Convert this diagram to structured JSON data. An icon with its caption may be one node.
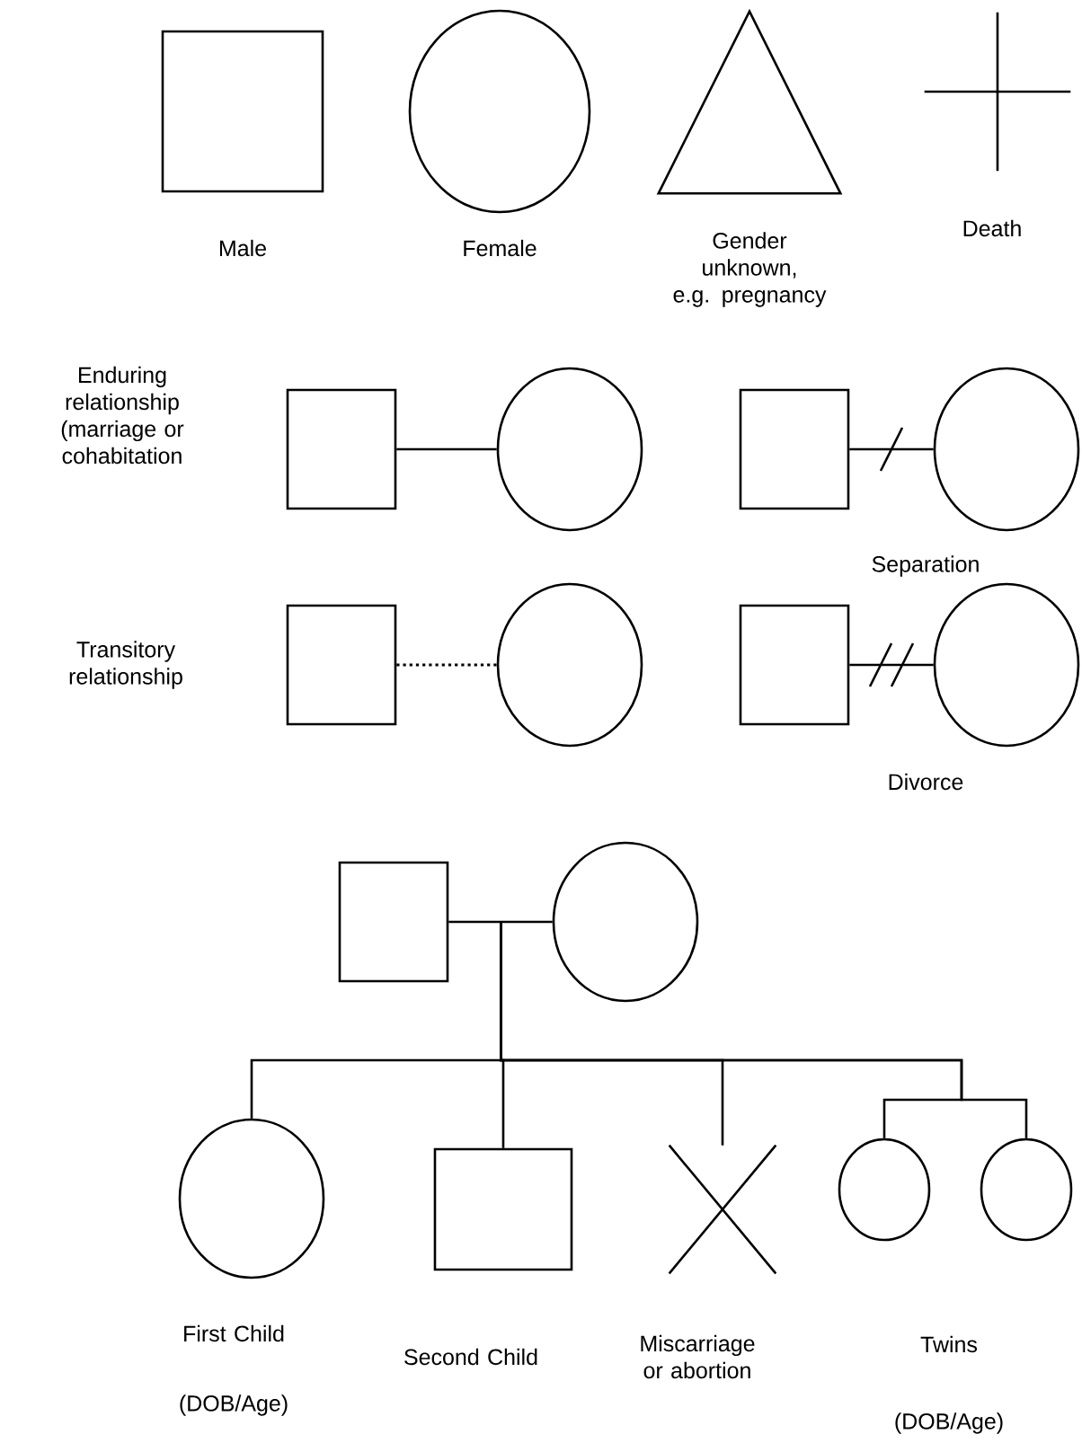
{
  "diagram": {
    "nodes": [
      {
        "text": [],
        "shape": "box",
        "beside": [
          "Male"
        ]
      },
      {
        "text": [],
        "shape": "circle",
        "beside": [
          "Female"
        ]
      },
      {
        "text": [],
        "shape": "triangle",
        "beside": [
          "Gender unknown, e.g. pregnancy"
        ]
      },
      {
        "text": [],
        "shape": "cross",
        "beside": [
          "Death"
        ]
      },
      {
        "text": [],
        "shape": "box"
      },
      {
        "text": [],
        "shape": "circle"
      },
      {
        "text": [],
        "shape": "box"
      },
      {
        "text": [],
        "shape": "circle"
      },
      {
        "text": [],
        "shape": "box"
      },
      {
        "text": [],
        "shape": "circle"
      },
      {
        "text": [],
        "shape": "box"
      },
      {
        "text": [],
        "shape": "circle"
      },
      {
        "text": [],
        "shape": "box"
      },
      {
        "text": [],
        "shape": "circle"
      },
      {
        "text": [],
        "shape": "circle",
        "beside": [
          "First Child",
          "(DOB/Age)"
        ]
      },
      {
        "text": [],
        "shape": "box",
        "beside": [
          "Second Child"
        ]
      },
      {
        "text": [],
        "shape": "x",
        "beside": [
          "Miscarriage or abortion"
        ]
      },
      {
        "text": [],
        "shape": "circle"
      },
      {
        "text": [],
        "shape": "circle"
      }
    ],
    "edges": [
      {
        "from": 4,
        "to": 5,
        "arrow": "none"
      },
      {
        "from": 6,
        "to": 7,
        "arrow": "none",
        "label": "Separation"
      },
      {
        "from": 8,
        "to": 9,
        "arrow": "none",
        "style": "dashed"
      },
      {
        "from": 10,
        "to": 11,
        "arrow": "none",
        "label": "Divorce"
      },
      {
        "from": 12,
        "to": 13,
        "arrow": "none"
      },
      {
        "from": 12,
        "to": 14,
        "arrow": "none"
      },
      {
        "from": 12,
        "to": 15,
        "arrow": "none"
      },
      {
        "from": 12,
        "to": 16,
        "arrow": "none"
      },
      {
        "from": 12,
        "to": 17,
        "arrow": "none"
      },
      {
        "from": 12,
        "to": 18,
        "arrow": "none"
      }
    ],
    "labels": [
      "Enduring relationship (marriage or cohabitation",
      "Transitory relationship",
      "Twins",
      "(DOB/Age)"
    ]
  }
}
